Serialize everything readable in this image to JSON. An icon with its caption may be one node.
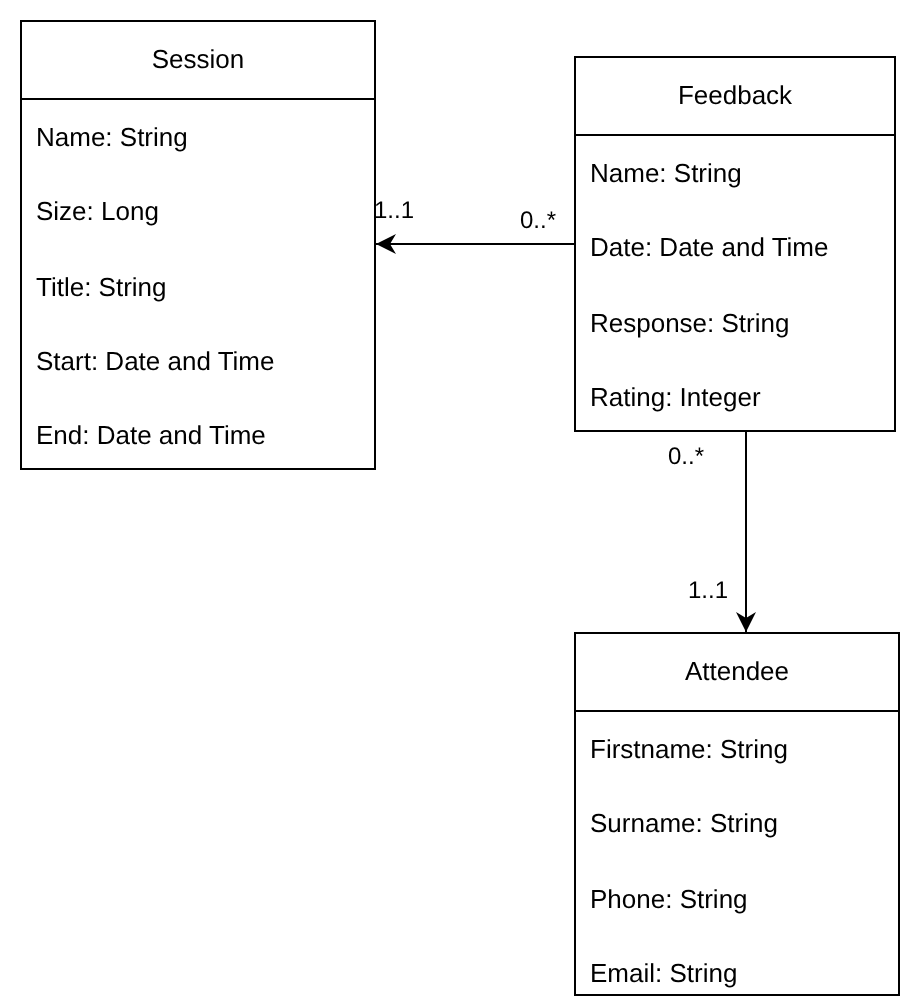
{
  "diagram": {
    "nodes": [
      {
        "text": [
          "Session",
          "Name: String",
          "Size: Long",
          "Title: String",
          "Start: Date and Time",
          "End: Date and Time"
        ]
      },
      {
        "text": [
          "Feedback",
          "Name: String",
          "Date: Date and Time",
          "Response: String",
          "Rating: Integer"
        ]
      },
      {
        "text": [
          "Attendee",
          "Firstname: String",
          "Surname: String",
          "Phone: String",
          "Email: String"
        ]
      }
    ],
    "edges": [
      {
        "from": 1,
        "to": 0,
        "arrow": "to"
      },
      {
        "from": 1,
        "to": 2,
        "arrow": "to"
      }
    ],
    "labels": [
      "1..1",
      "0..*",
      "0..*",
      "1..1"
    ]
  }
}
